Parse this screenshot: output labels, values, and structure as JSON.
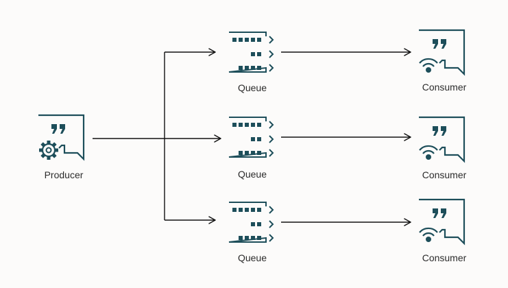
{
  "nodes": {
    "producer": {
      "label": "Producer"
    },
    "queues": [
      {
        "label": "Queue"
      },
      {
        "label": "Queue"
      },
      {
        "label": "Queue"
      }
    ],
    "consumers": [
      {
        "label": "Consumer"
      },
      {
        "label": "Consumer"
      },
      {
        "label": "Consumer"
      }
    ]
  },
  "colors": {
    "icon": "#1d4e5a",
    "arrow": "#111111",
    "background": "#fcfbfa"
  },
  "icons": {
    "producer": "message-bubble-gear-icon",
    "queue": "message-queue-icon",
    "consumer": "message-bubble-wireless-icon"
  }
}
